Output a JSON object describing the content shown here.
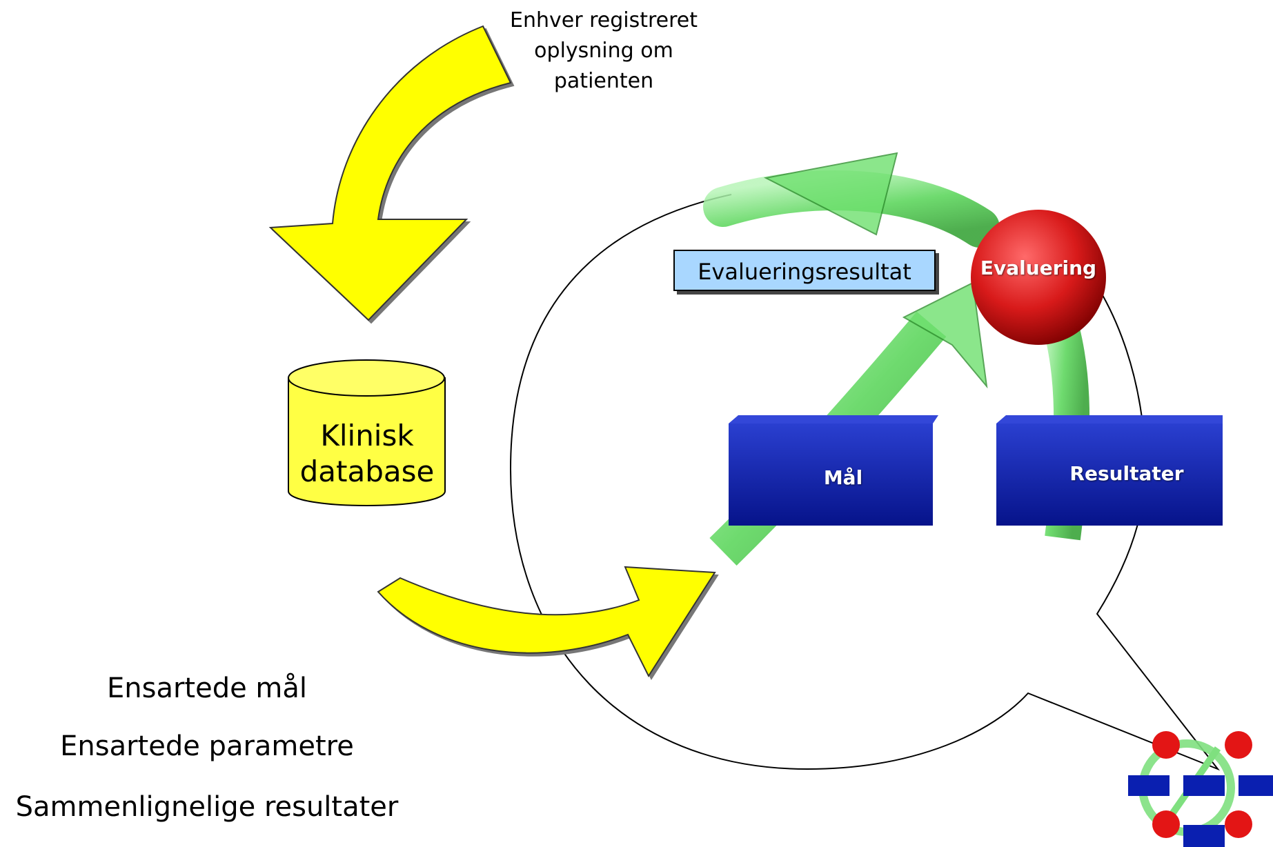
{
  "patient_info_note": {
    "lines": [
      "Enhver registreret",
      "oplysning om",
      "patienten"
    ]
  },
  "database": {
    "label_line1": "Klinisk",
    "label_line2": "database"
  },
  "criteria": [
    "Ensartede mål",
    "Ensartede parametre",
    "Sammenlignelige resultater"
  ],
  "cycle": {
    "evaluation_result_label": "Evalueringsresultat",
    "evaluation_node": "Evaluering",
    "goals_node": "Mål",
    "results_node": "Resultater"
  },
  "colors": {
    "arrow_yellow": "#ffff00",
    "cycle_green": "#66dd66",
    "node_red": "#d81a1a",
    "node_blue": "#0a1fb0",
    "result_box_fill": "#a9d7ff"
  }
}
